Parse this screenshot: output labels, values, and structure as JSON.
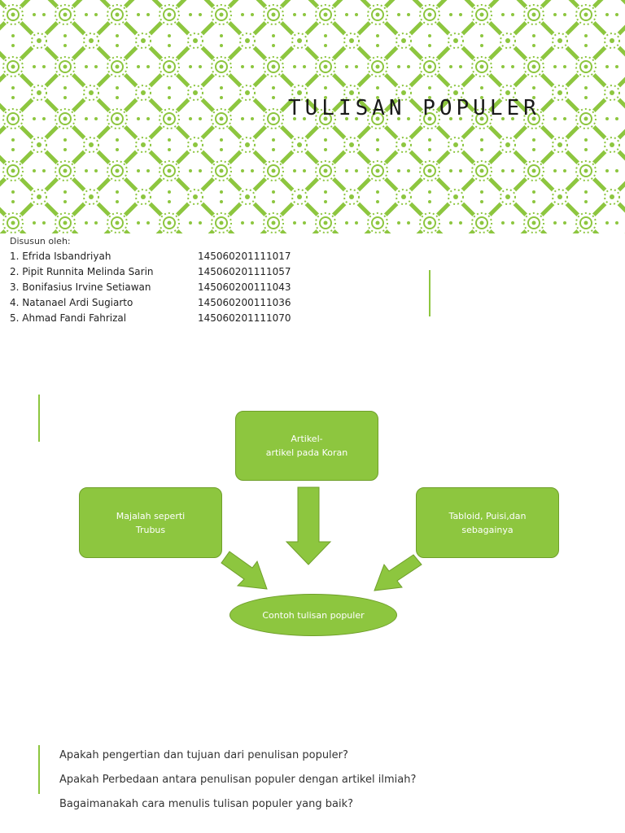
{
  "slide1": {
    "title": "TULISAN POPULER",
    "authors_label": "Disusun oleh:",
    "authors": [
      {
        "name": "1. Efrida Isbandriyah",
        "nim": "145060201111017"
      },
      {
        "name": "2. Pipit Runnita Melinda Sarin",
        "nim": "145060201111057"
      },
      {
        "name": "3. Bonifasius Irvine Setiawan",
        "nim": "145060200111043"
      },
      {
        "name": "4. Natanael Ardi Sugiarto",
        "nim": "145060200111036"
      },
      {
        "name": "5. Ahmad Fandi Fahrizal",
        "nim": "145060201111070"
      }
    ]
  },
  "slide2": {
    "top_box": {
      "line1": "Artikel-",
      "line2": "artikel pada Koran"
    },
    "left_box": {
      "line1": "Majalah seperti",
      "line2": "Trubus"
    },
    "right_box": {
      "line1": "Tabloid, Puisi,dan",
      "line2": "sebagainya"
    },
    "center": "Contoh tulisan populer"
  },
  "slide3": {
    "questions": [
      "Apakah pengertian dan tujuan dari penulisan populer?",
      "Apakah Perbedaan antara penulisan populer dengan artikel ilmiah?",
      "Bagaimanakah cara menulis tulisan populer yang baik?"
    ]
  },
  "colors": {
    "accent": "#8dc63f",
    "accent_dark": "#6f9f2a",
    "pattern_bg": "#ffffff"
  }
}
